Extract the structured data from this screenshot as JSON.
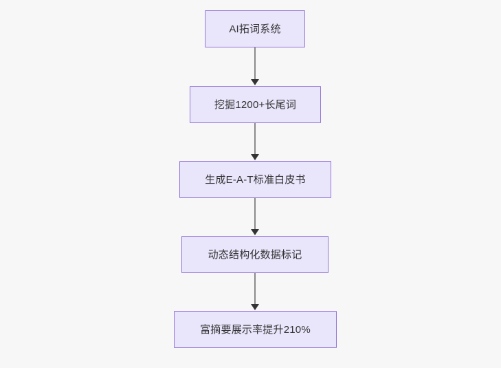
{
  "diagram": {
    "type": "flowchart",
    "orientation": "top-to-bottom",
    "background_color": "#f7f7f7",
    "node_fill_color": "#e9e5fb",
    "node_border_color": "#9575d4",
    "node_text_color": "#333333",
    "edge_line_color": "#8a8a8a",
    "edge_arrow_color": "#333333",
    "nodes": [
      {
        "id": "n0",
        "label": "AI拓词系统"
      },
      {
        "id": "n1",
        "label": "挖掘1200+长尾词"
      },
      {
        "id": "n2",
        "label": "生成E-A-T标准白皮书"
      },
      {
        "id": "n3",
        "label": "动态结构化数据标记"
      },
      {
        "id": "n4",
        "label": "富摘要展示率提升210%"
      }
    ],
    "edges": [
      {
        "from": "n0",
        "to": "n1",
        "label": ""
      },
      {
        "from": "n1",
        "to": "n2",
        "label": ""
      },
      {
        "from": "n2",
        "to": "n3",
        "label": ""
      },
      {
        "from": "n3",
        "to": "n4",
        "label": ""
      }
    ]
  }
}
